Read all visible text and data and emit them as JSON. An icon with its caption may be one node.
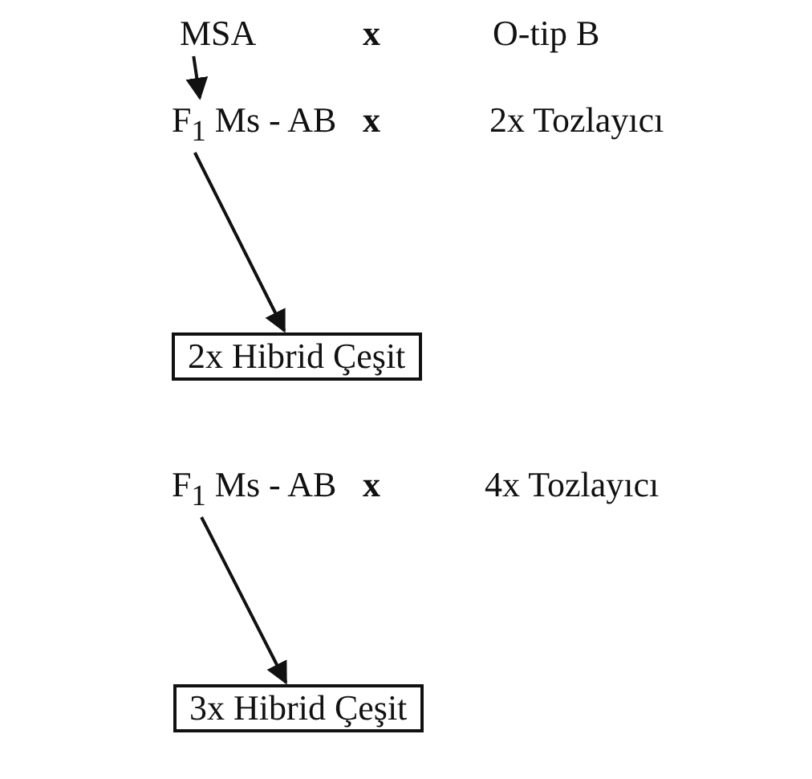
{
  "diagram": {
    "nodes": [
      {
        "text": [
          "MSA"
        ]
      },
      {
        "text": [
          "O-tip B"
        ]
      },
      {
        "text": [
          "F$_{1}$ Ms - AB"
        ]
      },
      {
        "text": [
          "2x Tozlayıcı"
        ]
      },
      {
        "text": [
          "2x Hibrid Çeşit"
        ]
      },
      {
        "text": [
          "F$_{1}$ Ms - AB"
        ]
      },
      {
        "text": [
          "4x Tozlayıcı"
        ]
      },
      {
        "text": [
          "3x Hibrid Çeşit"
        ]
      }
    ],
    "edges": [
      {
        "from": 0,
        "to": 2,
        "arrow": "to"
      },
      {
        "from": 2,
        "to": 4,
        "arrow": "to"
      },
      {
        "from": 5,
        "to": 7,
        "arrow": "to"
      }
    ],
    "labels": [
      "x",
      "x",
      "x"
    ]
  }
}
